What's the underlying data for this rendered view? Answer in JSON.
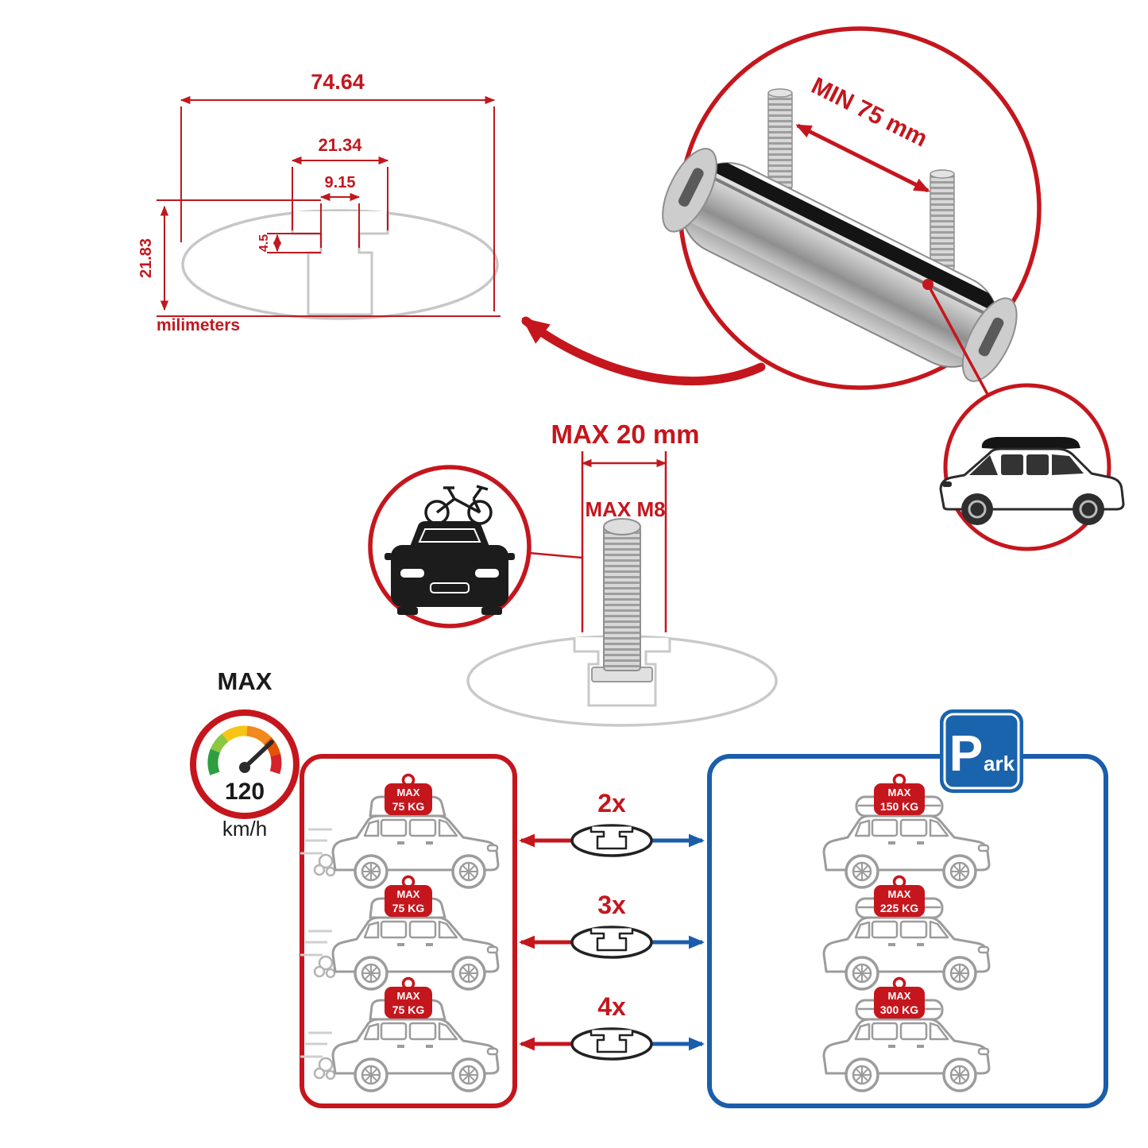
{
  "colors": {
    "accent_red": "#c5161d",
    "accent_blue": "#1a5dab",
    "outline_gray": "#c9c9c9",
    "dark": "#1a1a1a"
  },
  "cross_section": {
    "total_width": "74.64",
    "channel_outer_width": "21.34",
    "channel_inner_width": "9.15",
    "lip_depth": "4.5",
    "total_height": "21.83",
    "units_label": "milimeters"
  },
  "bar_closeup": {
    "min_distance_label": "MIN 75 mm"
  },
  "bolt": {
    "max_length_label": "MAX 20 mm",
    "max_thread_label": "MAX M8"
  },
  "speed_limit": {
    "title": "MAX",
    "value": "120",
    "unit": "km/h"
  },
  "comparison": {
    "driving_cars": [
      {
        "tag_title": "MAX",
        "tag_load": "75 KG"
      },
      {
        "tag_title": "MAX",
        "tag_load": "75 KG"
      },
      {
        "tag_title": "MAX",
        "tag_load": "75 KG"
      }
    ],
    "bar_counts": [
      "2x",
      "3x",
      "4x"
    ],
    "parked_cars": [
      {
        "tag_title": "MAX",
        "tag_load": "150 KG"
      },
      {
        "tag_title": "MAX",
        "tag_load": "225 KG"
      },
      {
        "tag_title": "MAX",
        "tag_load": "300 KG"
      }
    ],
    "park_sign": {
      "letter": "P",
      "suffix": "ark"
    }
  }
}
